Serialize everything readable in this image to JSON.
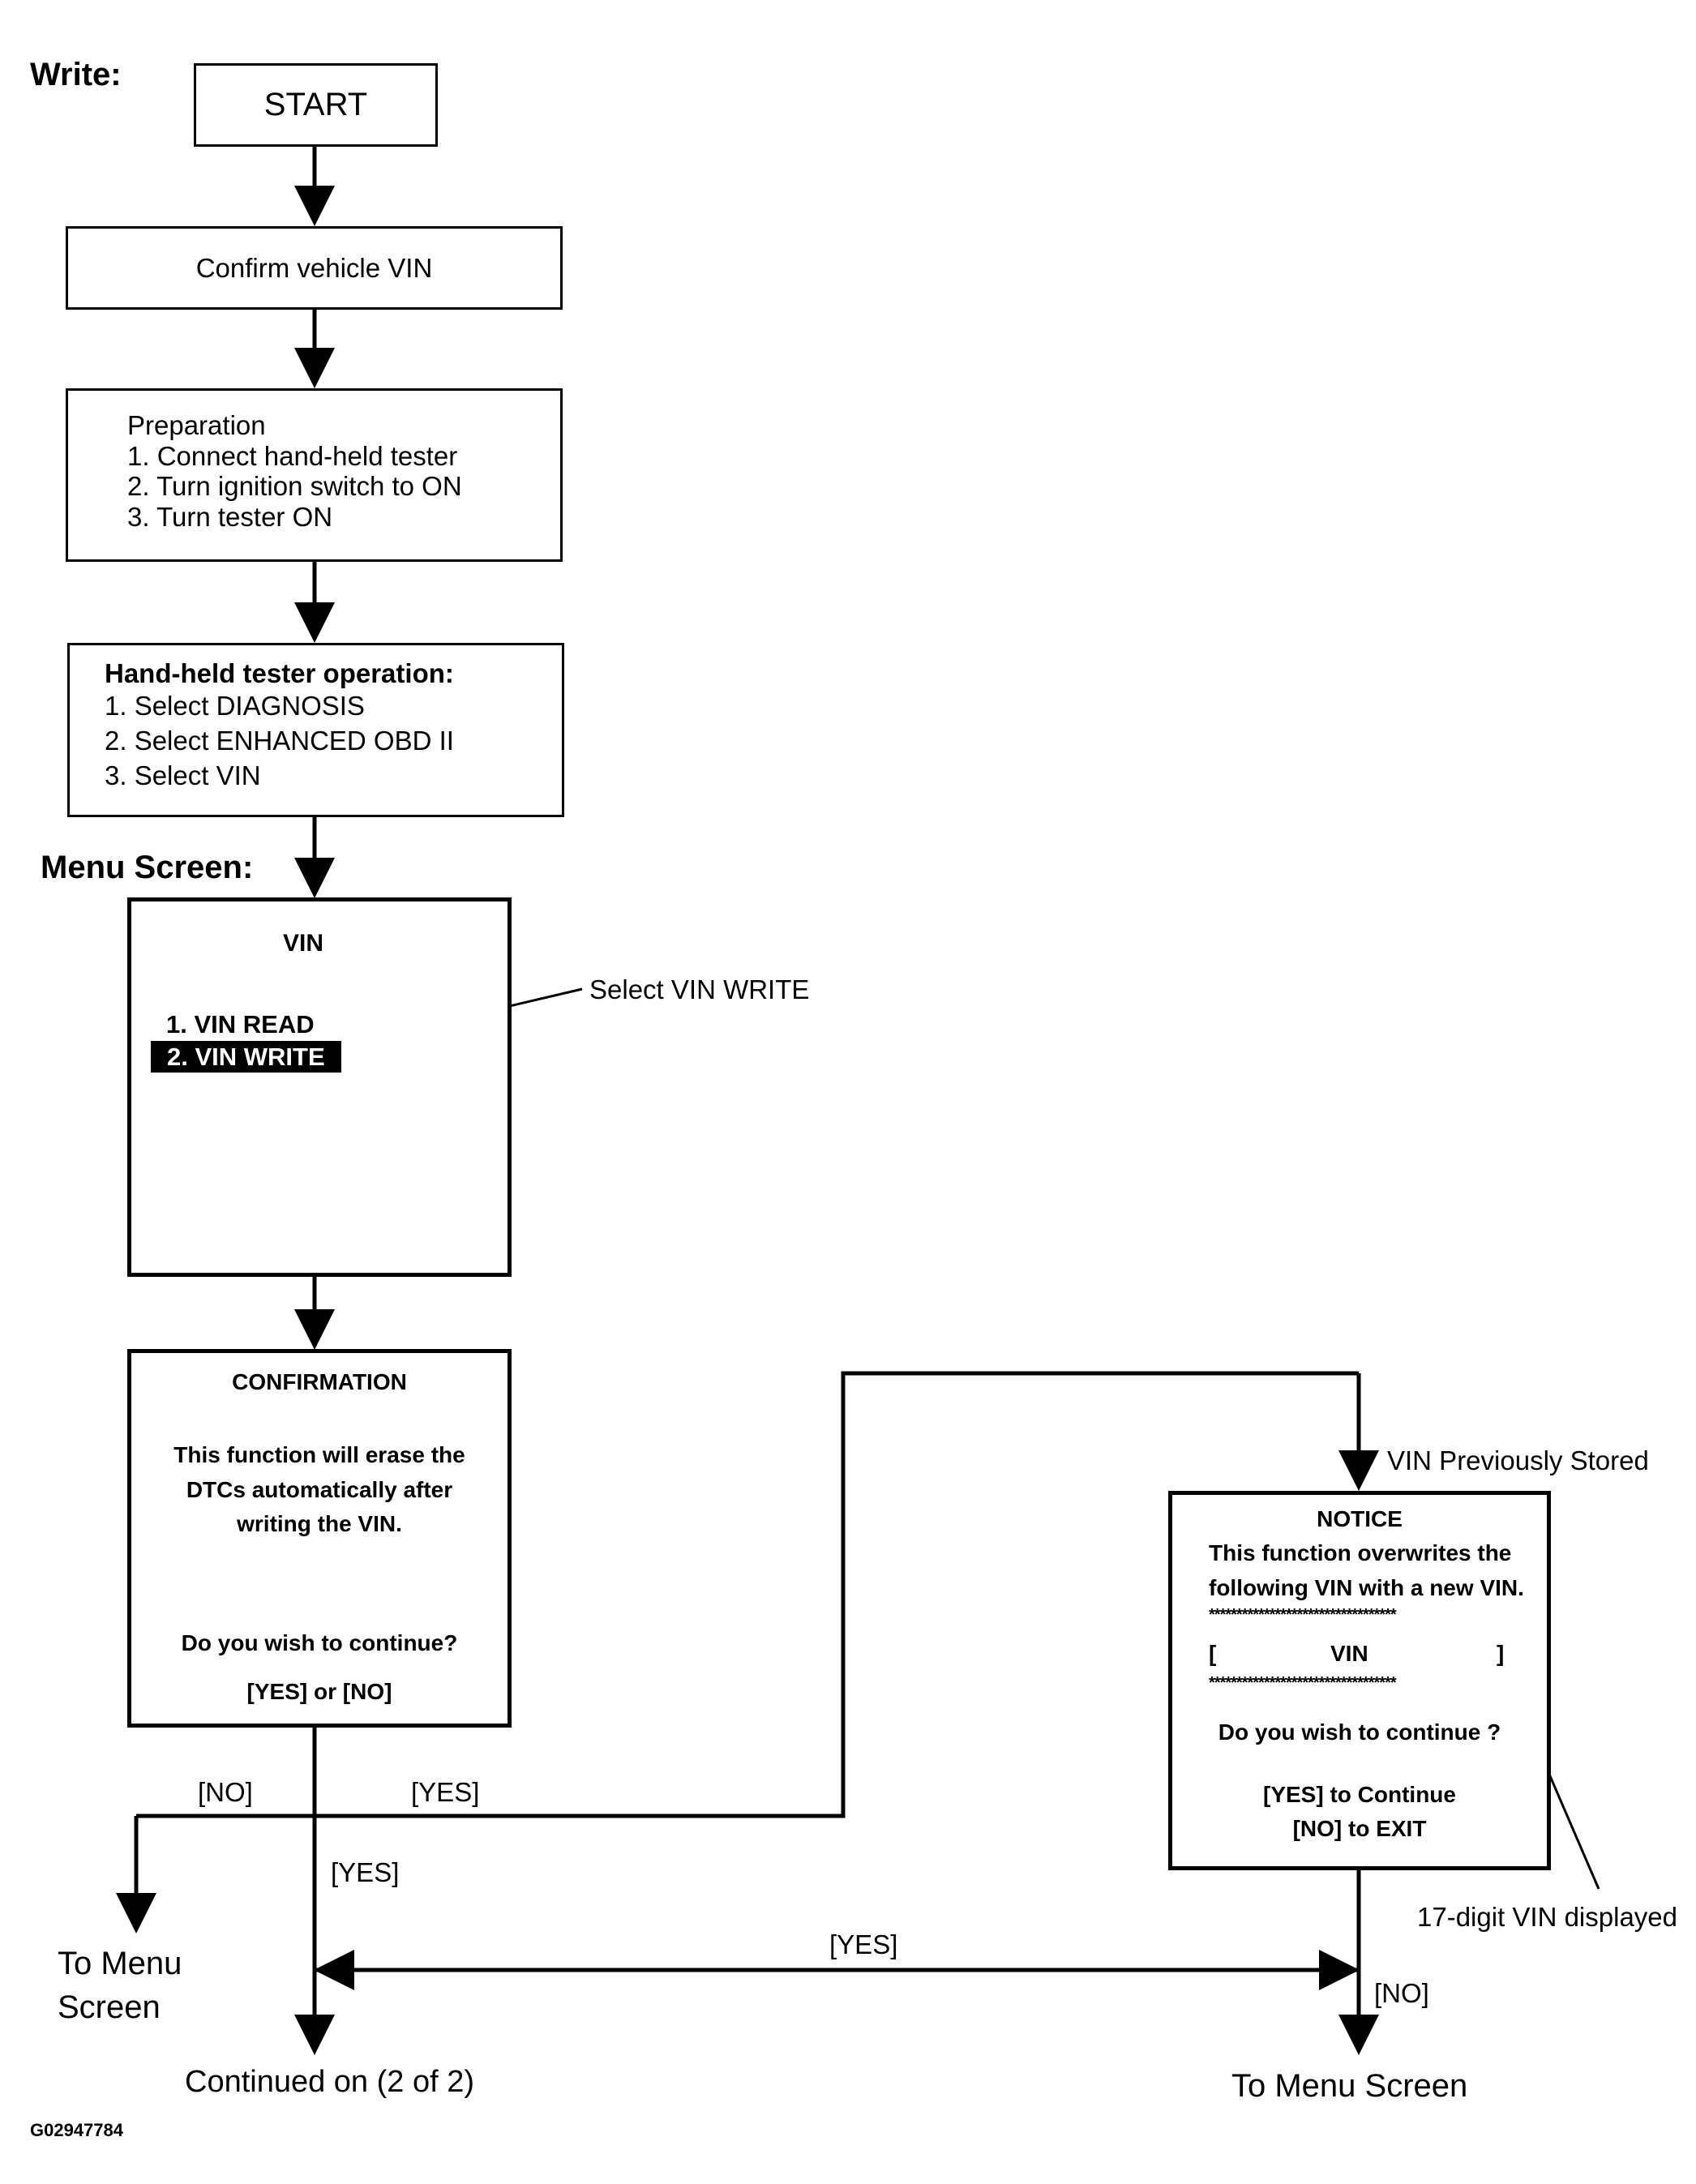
{
  "section_labels": {
    "write": "Write:",
    "menu_screen": "Menu Screen:"
  },
  "steps": {
    "start": "START",
    "confirm_vin": "Confirm vehicle VIN",
    "preparation": {
      "title": "Preparation",
      "items": [
        "1. Connect hand-held tester",
        "2. Turn ignition switch to ON",
        "3. Turn tester ON"
      ]
    },
    "tester_operation": {
      "title": "Hand-held tester operation:",
      "items": [
        "1. Select DIAGNOSIS",
        "2. Select ENHANCED OBD II",
        "3. Select VIN"
      ]
    }
  },
  "menu_screen": {
    "title": "VIN",
    "items": [
      "1. VIN READ",
      "2. VIN WRITE"
    ],
    "callout": "Select VIN WRITE"
  },
  "confirmation_screen": {
    "title": "CONFIRMATION",
    "message_lines": [
      "This function will erase the",
      "DTCs automatically after",
      "writing the VIN."
    ],
    "question": "Do you wish to continue?",
    "options": "[YES] or [NO]"
  },
  "notice_screen": {
    "title": "NOTICE",
    "message_lines": [
      "This function overwrites the",
      "following VIN with a new VIN."
    ],
    "stars": "**********************************",
    "vin_open": "[",
    "vin_label": "VIN",
    "vin_close": "]",
    "question": "Do you wish to continue ?",
    "option_yes": "[YES] to Continue",
    "option_no": "[NO] to EXIT",
    "callout": "17-digit VIN displayed"
  },
  "branch_labels": {
    "no_left": "[NO]",
    "yes_right": "[YES]",
    "yes_down": "[YES]",
    "yes_horizontal": "[YES]",
    "no_notice": "[NO]",
    "vin_previously_stored": "VIN Previously Stored"
  },
  "endpoints": {
    "to_menu_left_line1": "To Menu",
    "to_menu_left_line2": "Screen",
    "continued": "Continued on (2 of 2)",
    "to_menu_right": "To Menu Screen"
  },
  "figure_id": "G02947784"
}
